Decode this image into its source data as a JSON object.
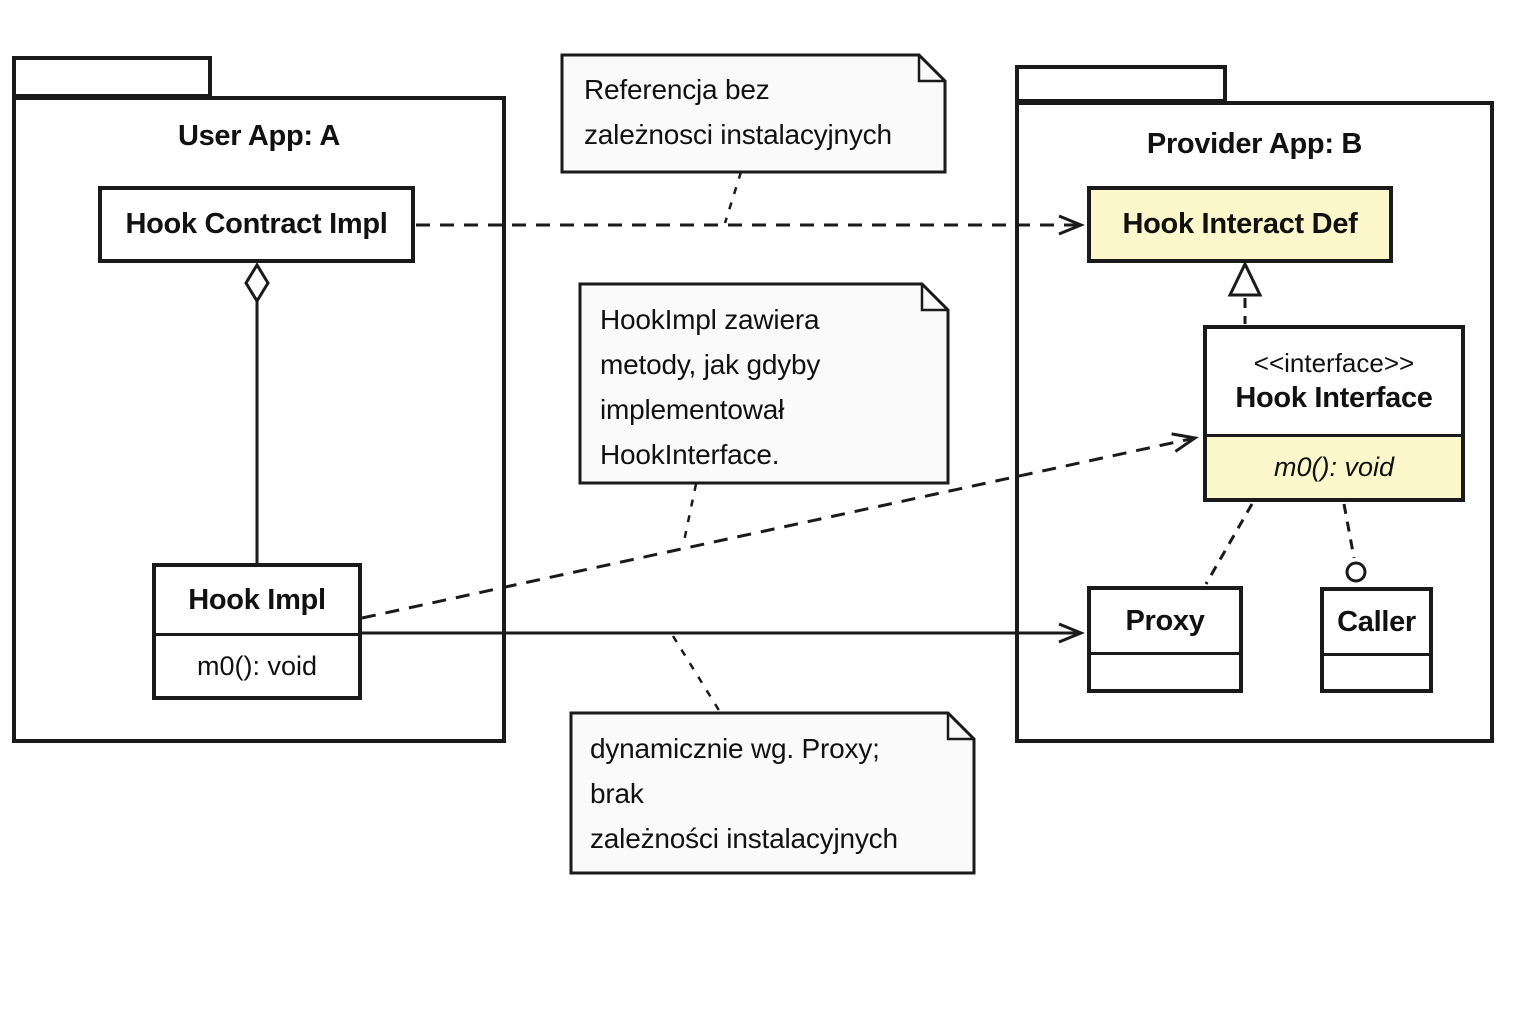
{
  "diagram": {
    "packages": {
      "user_app": {
        "title": "User App: A"
      },
      "provider_app": {
        "title": "Provider App: B"
      }
    },
    "classes": {
      "hook_contract_impl": {
        "name": "Hook Contract Impl"
      },
      "hook_impl": {
        "name": "Hook Impl",
        "method": "m0(): void"
      },
      "hook_interact_def": {
        "name": "Hook Interact Def"
      },
      "hook_interface": {
        "stereotype": "<<interface>>",
        "name": "Hook Interface",
        "method": "m0(): void"
      },
      "proxy": {
        "name": "Proxy"
      },
      "caller": {
        "name": "Caller"
      }
    },
    "notes": {
      "reference": {
        "text": "Referencja bez\nzależnosci instalacyjnych"
      },
      "hookimpl": {
        "text": "HookImpl zawiera\nmetody, jak gdyby\nimplementował\nHookInterface."
      },
      "dynamic": {
        "text": "dynamicznie wg. Proxy;\nbrak\nzależności instalacyjnych"
      }
    },
    "colors": {
      "line": "#1a1a1a",
      "highlight": "#fcf8cc",
      "note_bg": "#fafafa"
    }
  }
}
